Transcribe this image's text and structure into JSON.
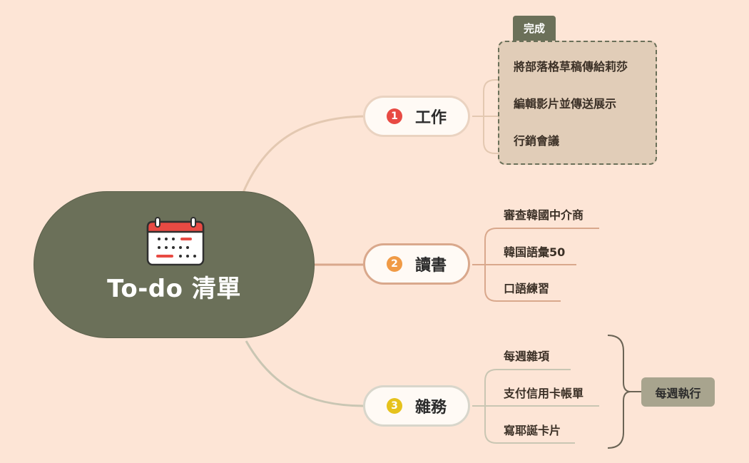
{
  "central": {
    "title": "To-do 清單",
    "icon": "calendar-icon"
  },
  "branches": [
    {
      "num": "1",
      "label": "工作",
      "color": "#e84a43",
      "leaves": [
        "將部落格草稿傳給莉莎",
        "編輯影片並傳送展示",
        "行銷會議"
      ]
    },
    {
      "num": "2",
      "label": "讀書",
      "color": "#f09a45",
      "leaves": [
        "審查韓國中介商",
        "韓国語彙50",
        "口語練習"
      ]
    },
    {
      "num": "3",
      "label": "雜務",
      "color": "#e6c21c",
      "leaves": [
        "每週雜項",
        "支付信用卡帳單",
        "寫耶誕卡片"
      ]
    }
  ],
  "boundary": {
    "label": "完成"
  },
  "summary": {
    "label": "每週執行"
  },
  "colors": {
    "background": "#fde5d6",
    "central": "#6b7059",
    "line_work": "#e3c8b1",
    "line_study": "#d9a88c",
    "line_chores": "#c9c6b3"
  }
}
